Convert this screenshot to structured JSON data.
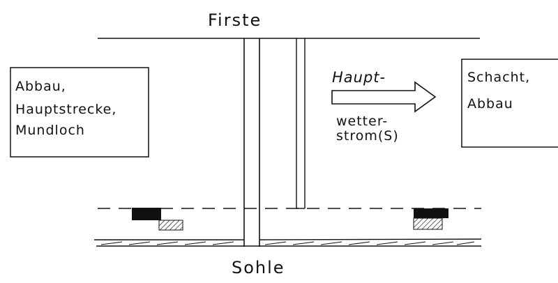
{
  "labels": {
    "roof": "Firste",
    "floor": "Sohle",
    "left_box": [
      "Abbau,",
      "Hauptstrecke,",
      "Mundloch"
    ],
    "right_box": [
      "Schacht,",
      "Abbau"
    ],
    "arrow_top": "Haupt-",
    "arrow_bottom": [
      "wetter-",
      "strom(S)"
    ]
  },
  "colors": {
    "ink": "#111111",
    "paper": "#ffffff"
  }
}
